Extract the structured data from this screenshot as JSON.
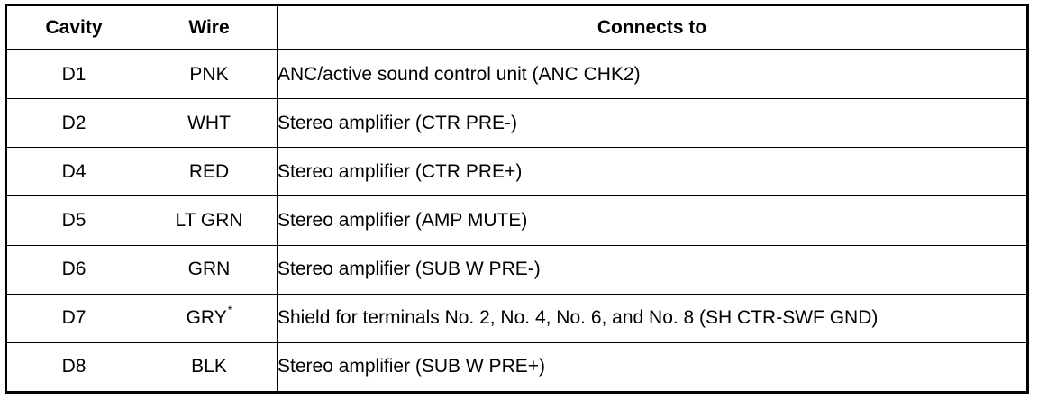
{
  "table": {
    "headers": {
      "cavity": "Cavity",
      "wire": "Wire",
      "connects_to": "Connects to"
    },
    "rows": [
      {
        "cavity": "D1",
        "wire": "PNK",
        "wire_note": "",
        "connects_to": "ANC/active sound control unit (ANC CHK2)"
      },
      {
        "cavity": "D2",
        "wire": "WHT",
        "wire_note": "",
        "connects_to": "Stereo amplifier (CTR PRE-)"
      },
      {
        "cavity": "D4",
        "wire": "RED",
        "wire_note": "",
        "connects_to": "Stereo amplifier (CTR PRE+)"
      },
      {
        "cavity": "D5",
        "wire": "LT GRN",
        "wire_note": "",
        "connects_to": "Stereo amplifier (AMP MUTE)"
      },
      {
        "cavity": "D6",
        "wire": "GRN",
        "wire_note": "",
        "connects_to": "Stereo amplifier (SUB W PRE-)"
      },
      {
        "cavity": "D7",
        "wire": "GRY",
        "wire_note": "*",
        "connects_to": "Shield for terminals No. 2, No. 4, No. 6, and No. 8 (SH CTR-SWF GND)"
      },
      {
        "cavity": "D8",
        "wire": "BLK",
        "wire_note": "",
        "connects_to": "Stereo amplifier (SUB W PRE+)"
      }
    ]
  }
}
